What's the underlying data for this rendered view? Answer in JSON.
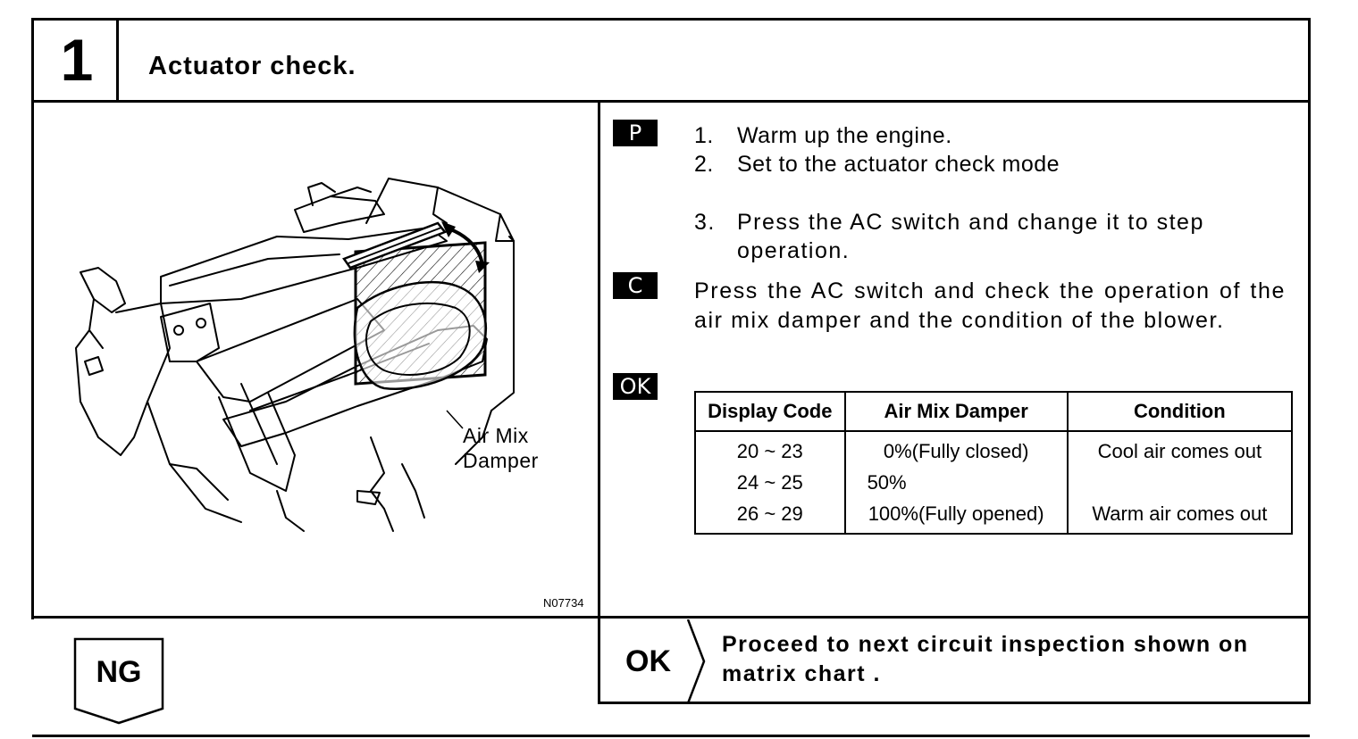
{
  "step": {
    "number": "1",
    "title": "Actuator check."
  },
  "figure": {
    "label_line1": "Air Mix",
    "label_line2": "Damper",
    "code": "N07734"
  },
  "tags": {
    "p": "P",
    "c": "C",
    "ok": "OK"
  },
  "preparation": {
    "items": [
      {
        "num": "1.",
        "text": "Warm up the engine."
      },
      {
        "num": "2.",
        "text": "Set to the actuator check mode"
      },
      {
        "num": "3.",
        "text": "Press the AC switch and change it to step",
        "cont": "operation."
      }
    ]
  },
  "check": {
    "text": "Press the AC switch and check the operation of the air mix damper and the condition of the blower."
  },
  "table": {
    "headers": [
      "Display Code",
      "Air Mix Damper",
      "Condition"
    ],
    "rows": [
      [
        "20 ~ 23",
        "0%(Fully closed)",
        "Cool air comes out"
      ],
      [
        "24 ~ 25",
        "50%",
        ""
      ],
      [
        "26 ~ 29",
        "100%(Fully opened)",
        "Warm air comes out"
      ]
    ]
  },
  "result": {
    "ok_label": "OK",
    "ok_text_line1": "Proceed to next circuit inspection shown on",
    "ok_text_line2": "matrix chart .",
    "ng_label": "NG"
  }
}
